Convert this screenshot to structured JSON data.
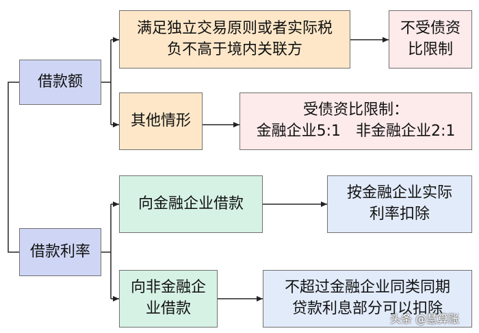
{
  "nodes": {
    "jiekuan_e": {
      "label": "借款额"
    },
    "condition_independent": {
      "line1": "满足独立交易原则或者实际税",
      "line2": "负不高于境内关联方"
    },
    "no_limit": {
      "line1": "不受债资",
      "line2": "比限制"
    },
    "other_case": {
      "label": "其他情形"
    },
    "limit": {
      "line1": "受债资比限制：",
      "line2": "金融企业5:1　非金融企业2:1"
    },
    "jiekuan_lilv": {
      "label": "借款利率"
    },
    "from_financial": {
      "label": "向金融企业借款"
    },
    "financial_actual": {
      "line1": "按金融企业实际",
      "line2": "利率扣除"
    },
    "from_nonfinancial": {
      "line1": "向非金融企",
      "line2": "业借款"
    },
    "not_exceed": {
      "line1": "不超过金融企业同类同期",
      "line2": "贷款利息部分可以扣除"
    }
  },
  "watermark": "头条 @慧算账",
  "colors": {
    "line": "#222222",
    "blue": "#cfd6f5",
    "orange": "#fde7c8",
    "pink": "#fdeaea",
    "green": "#d6f2e5",
    "light_blue": "#e2ebfa"
  }
}
